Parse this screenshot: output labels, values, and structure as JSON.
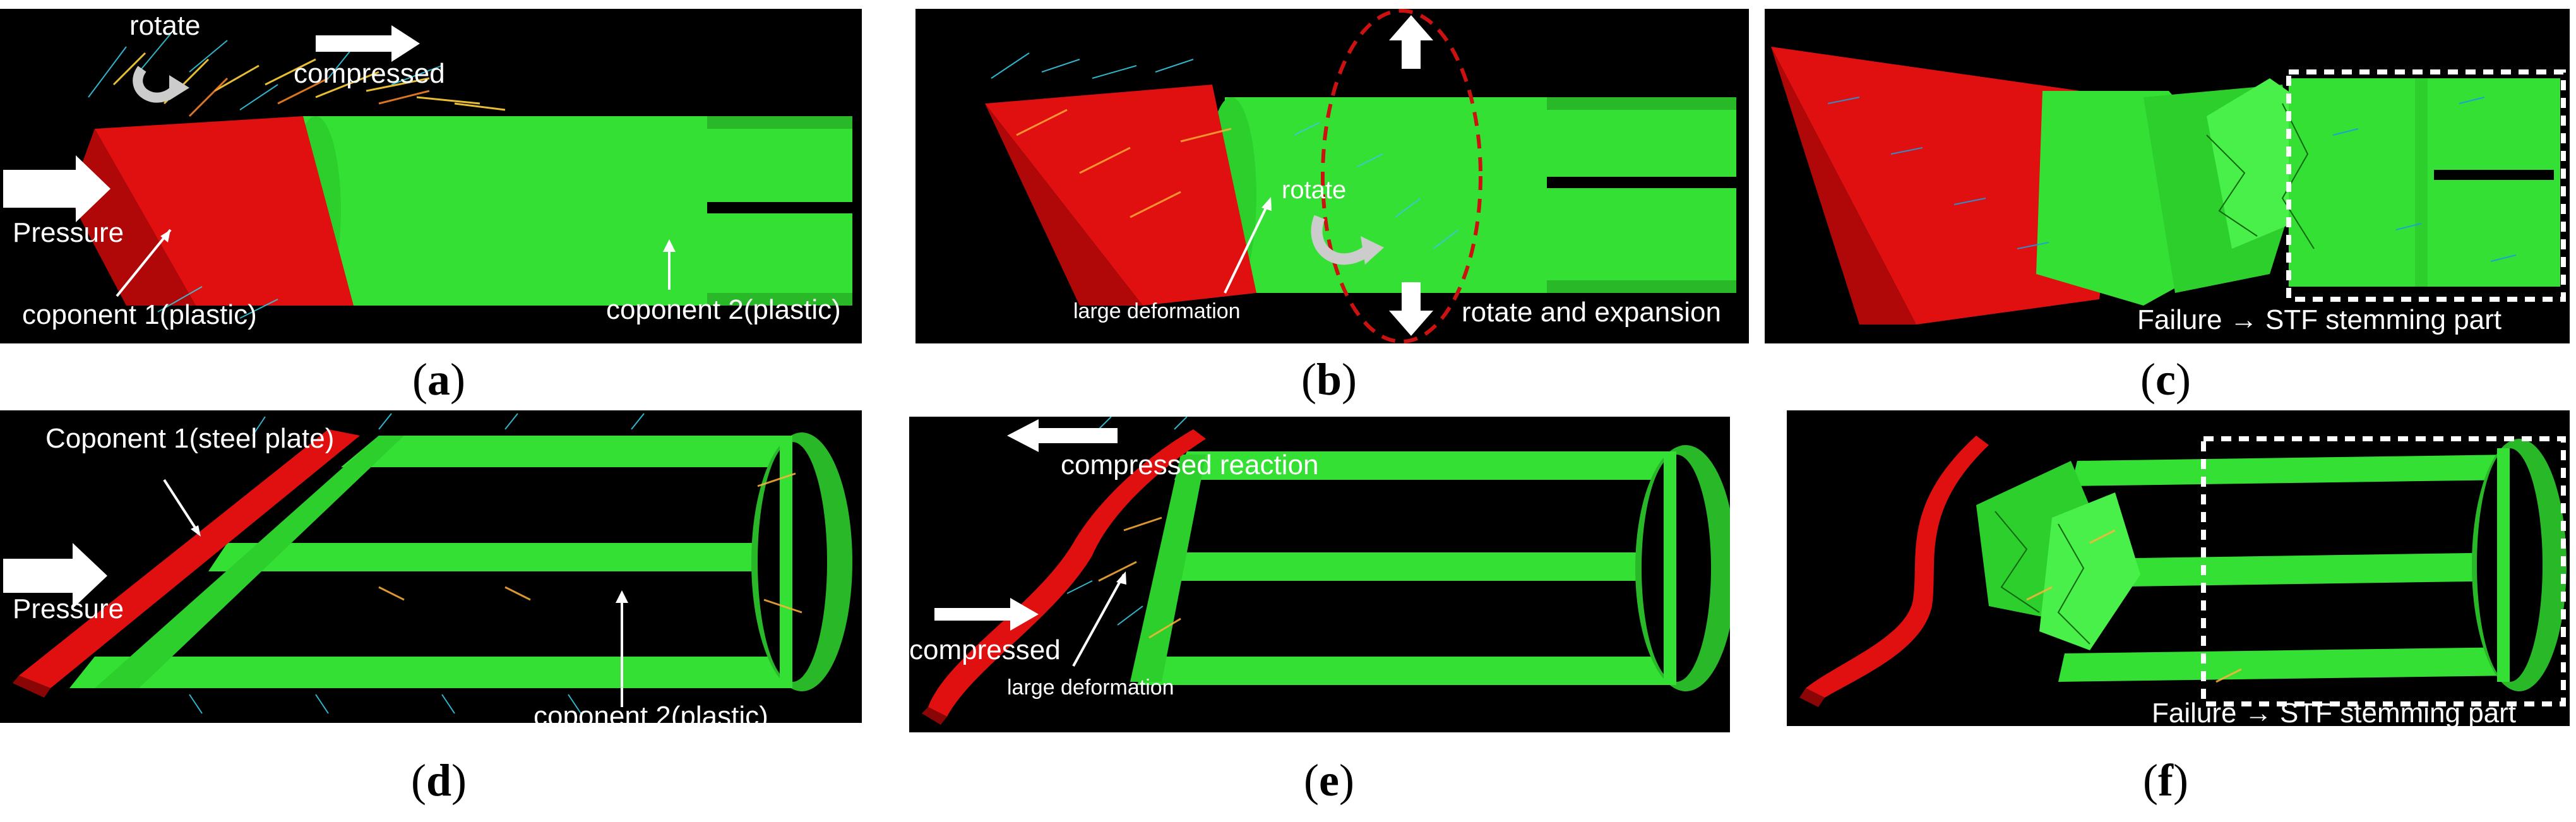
{
  "panels": [
    {
      "id": "a",
      "caption_letter": "a",
      "labels": {
        "rotate": "rotate",
        "compressed": "compressed",
        "pressure": "Pressure",
        "component1": "coponent 1(plastic)",
        "component2": "coponent 2(plastic)"
      }
    },
    {
      "id": "b",
      "caption_letter": "b",
      "labels": {
        "rotate": "rotate",
        "large_deformation": "large deformation",
        "rotate_expansion": "rotate and expansion"
      }
    },
    {
      "id": "c",
      "caption_letter": "c",
      "labels": {
        "failure": "Failure → STF stemming part"
      }
    },
    {
      "id": "d",
      "caption_letter": "d",
      "labels": {
        "component1": "Coponent 1(steel plate)",
        "pressure": "Pressure",
        "component2": "coponent 2(plastic)"
      }
    },
    {
      "id": "e",
      "caption_letter": "e",
      "labels": {
        "compressed_reaction": "compressed reaction",
        "compressed": "compressed",
        "large_deformation": "large deformation"
      }
    },
    {
      "id": "f",
      "caption_letter": "f",
      "labels": {
        "failure": "Failure → STF stemming part"
      }
    }
  ],
  "colors": {
    "background": "#000000",
    "component_green": "#33e633",
    "component_red": "#e01010",
    "arrow_white": "#ffffff",
    "dashed_red": "#cc1111"
  }
}
